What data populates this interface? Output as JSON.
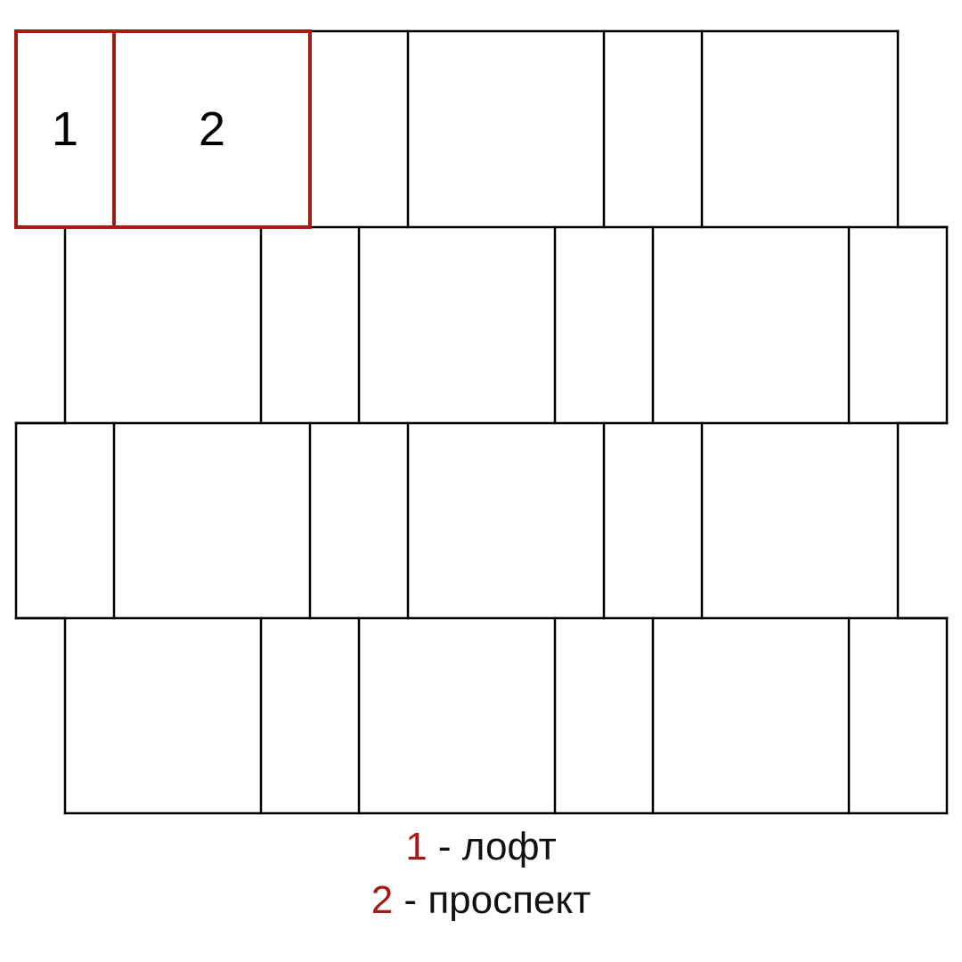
{
  "diagram": {
    "colors": {
      "line": "#000000",
      "highlight": "#a81a14",
      "background": "#ffffff"
    },
    "tiles": {
      "loft": {
        "label": "1",
        "highlighted": true
      },
      "prospekt": {
        "label": "2",
        "highlighted": true
      }
    },
    "legend": [
      {
        "number": "1",
        "separator": " - ",
        "text": "лофт"
      },
      {
        "number": "2",
        "separator": " - ",
        "text": "проспект"
      }
    ]
  }
}
